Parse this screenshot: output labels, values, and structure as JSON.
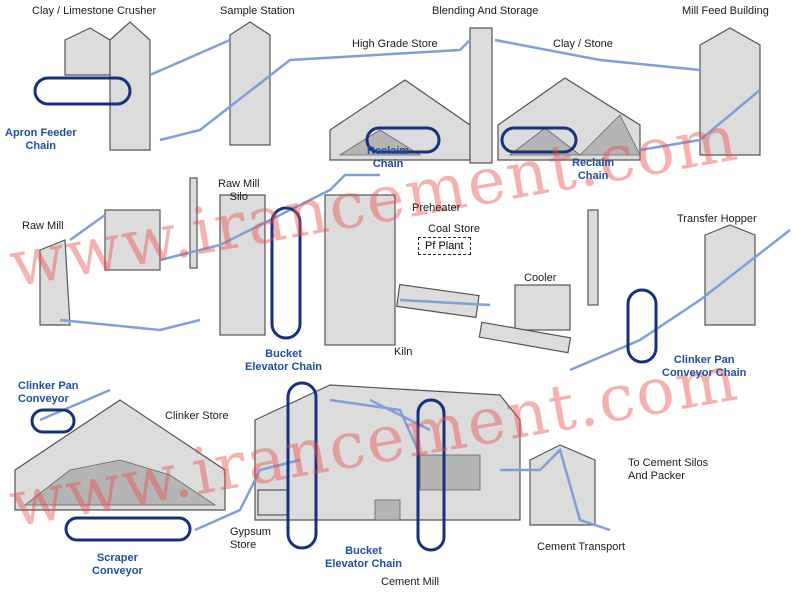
{
  "labels": {
    "crusher": "Clay / Limestone Crusher",
    "sample_station": "Sample Station",
    "blending": "Blending And Storage",
    "mill_feed": "Mill Feed Building",
    "high_grade": "High Grade Store",
    "clay_stone": "Clay / Stone",
    "raw_mill_silo_1": "Raw Mill",
    "raw_mill_silo_2": "Silo",
    "raw_mill": "Raw Mill",
    "preheater": "Preheater",
    "coal_store": "Coal Store",
    "pf_plant": "Pf Plant",
    "transfer_hopper": "Transfer Hopper",
    "cooler": "Cooler",
    "kiln": "Kiln",
    "clinker_store": "Clinker Store",
    "to_silos_1": "To Cement Silos",
    "to_silos_2": "And Packer",
    "gypsum_1": "Gypsum",
    "gypsum_2": "Store",
    "cement_transport": "Cement Transport",
    "cement_mill": "Cement Mill"
  },
  "chains": {
    "apron_1": "Apron Feeder",
    "apron_2": "Chain",
    "reclaim_a_1": "Reclaim",
    "reclaim_a_2": "Chain",
    "reclaim_b_1": "Reclaim",
    "reclaim_b_2": "Chain",
    "bucket_a_1": "Bucket",
    "bucket_a_2": "Elevator Chain",
    "clinker_pan_chain_1": "Clinker Pan",
    "clinker_pan_chain_2": "Conveyor Chain",
    "clinker_pan_1": "Clinker Pan",
    "clinker_pan_2": "Conveyor",
    "scraper_1": "Scraper",
    "scraper_2": "Conveyor",
    "bucket_b_1": "Bucket",
    "bucket_b_2": "Elevator Chain"
  },
  "watermark": "www.irancement.com",
  "colors": {
    "highlight": "#17317a",
    "flow": "#7f9fd8",
    "building": "#dcdcdc",
    "watermark": "#e85050"
  }
}
